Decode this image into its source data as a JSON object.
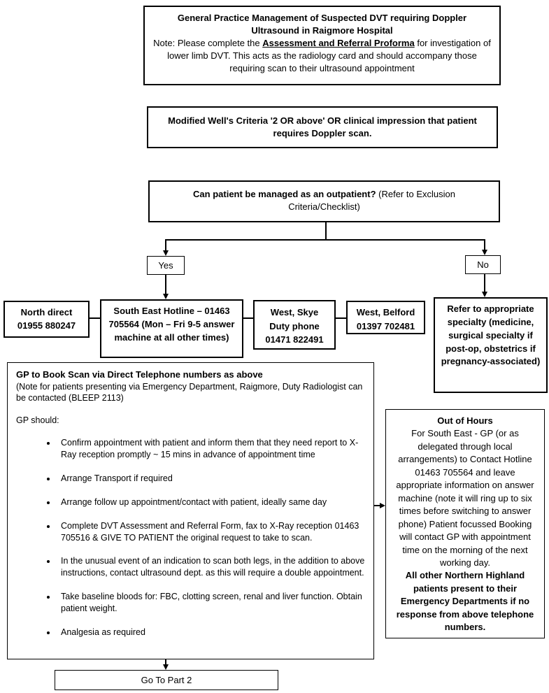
{
  "canvas": {
    "background": "#ffffff",
    "line_color": "#000000"
  },
  "title_box": {
    "heading": "General Practice Management of Suspected DVT requiring Doppler Ultrasound in Raigmore Hospital",
    "note_prefix": "Note: Please complete the ",
    "note_emphasis": "Assessment and Referral Proforma",
    "note_suffix": " for investigation of lower limb DVT. This acts as the radiology card and should accompany those requiring scan to their ultrasound appointment"
  },
  "wells_box": {
    "text": "Modified Well's Criteria '2 OR above' OR clinical impression that patient requires Doppler scan."
  },
  "outpatient_box": {
    "question": "Can patient be managed as an outpatient?",
    "detail": "(Refer to Exclusion Criteria/Checklist)"
  },
  "decision": {
    "yes_label": "Yes",
    "no_label": "No"
  },
  "phone_row": {
    "north": {
      "line1": "North direct",
      "line2": "01955 880247"
    },
    "south_east": {
      "text": "South East Hotline – 01463 705564 (Mon – Fri 9-5 answer machine at all other times)"
    },
    "west_skye": {
      "line1": "West, Skye",
      "line2": "Duty phone",
      "line3": "01471 822491"
    },
    "west_belford": {
      "line1": "West, Belford",
      "line2": "01397 702481"
    }
  },
  "refer_box": {
    "text": "Refer to appropriate specialty (medicine, surgical specialty if post-op, obstetrics if pregnancy-associated)"
  },
  "gp_box": {
    "heading": "GP to Book Scan via Direct Telephone numbers as above",
    "subnote": "(Note for patients presenting via Emergency Department, Raigmore, Duty Radiologist can be contacted (BLEEP 2113)",
    "lead": "GP should:",
    "bullets": [
      "Confirm appointment with patient and inform them that they need report to X-Ray reception promptly ~ 15 mins in advance of appointment time",
      "Arrange Transport if required",
      "Arrange follow up appointment/contact with patient, ideally same day",
      "Complete DVT Assessment and Referral Form, fax to X-Ray reception 01463 705516 & GIVE TO PATIENT the original request to take to scan.",
      "In the unusual event of an indication to scan both legs, in the addition to above instructions, contact ultrasound dept. as this will require a double appointment.",
      "Take baseline bloods for: FBC, clotting screen, renal and liver function. Obtain patient weight.",
      "Analgesia as required"
    ]
  },
  "out_of_hours_box": {
    "heading": "Out of Hours",
    "body": "For South East - GP (or as delegated through local arrangements) to Contact Hotline 01463 705564 and leave appropriate information on answer machine (note it will ring up to six times before switching to answer phone) Patient focussed Booking will contact GP with appointment time on the morning of the next working day.",
    "footer": "All other Northern Highland patients present to their Emergency Departments if no response from above telephone numbers."
  },
  "goto_box": {
    "label": "Go To Part 2"
  }
}
